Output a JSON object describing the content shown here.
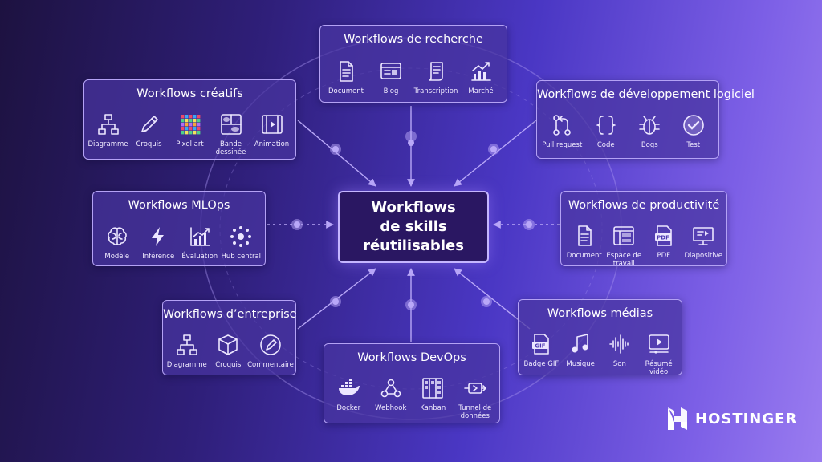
{
  "center": {
    "title": "Workflows\nde skills\nréutilisables"
  },
  "groups": [
    {
      "id": "recherche",
      "title": "Workflows de recherche",
      "items": [
        {
          "label": "Document",
          "icon": "document-icon"
        },
        {
          "label": "Blog",
          "icon": "blog-icon"
        },
        {
          "label": "Transcription",
          "icon": "transcription-icon"
        },
        {
          "label": "Marché",
          "icon": "market-chart-icon"
        }
      ]
    },
    {
      "id": "creatifs",
      "title": "Workflows créatifs",
      "items": [
        {
          "label": "Diagramme",
          "icon": "diagram-icon"
        },
        {
          "label": "Croquis",
          "icon": "pencil-icon"
        },
        {
          "label": "Pixel art",
          "icon": "pixel-grid-icon"
        },
        {
          "label": "Bande dessinée",
          "icon": "comic-icon"
        },
        {
          "label": "Animation",
          "icon": "film-icon"
        }
      ]
    },
    {
      "id": "dev",
      "title": "Workflows de développement logiciel",
      "items": [
        {
          "label": "Pull request",
          "icon": "pull-request-icon"
        },
        {
          "label": "Code",
          "icon": "braces-icon"
        },
        {
          "label": "Bogs",
          "icon": "bug-icon"
        },
        {
          "label": "Test",
          "icon": "check-badge-icon"
        }
      ]
    },
    {
      "id": "mlops",
      "title": "Workflows MLOps",
      "items": [
        {
          "label": "Modèle",
          "icon": "brain-icon"
        },
        {
          "label": "Inférence",
          "icon": "lightning-icon"
        },
        {
          "label": "Évaluation",
          "icon": "eval-chart-icon"
        },
        {
          "label": "Hub central",
          "icon": "hub-icon"
        }
      ]
    },
    {
      "id": "productivite",
      "title": "Workflows de productivité",
      "items": [
        {
          "label": "Document",
          "icon": "document-icon"
        },
        {
          "label": "Espace de travail",
          "icon": "workspace-icon"
        },
        {
          "label": "PDF",
          "icon": "pdf-icon"
        },
        {
          "label": "Diapositive",
          "icon": "slide-icon"
        }
      ]
    },
    {
      "id": "entreprise",
      "title": "Workflows d’entreprise",
      "items": [
        {
          "label": "Diagramme",
          "icon": "diagram-icon"
        },
        {
          "label": "Croquis",
          "icon": "box-icon"
        },
        {
          "label": "Commentaire",
          "icon": "comment-pen-icon"
        }
      ]
    },
    {
      "id": "medias",
      "title": "Workflows médias",
      "items": [
        {
          "label": "Badge GIF",
          "icon": "gif-icon"
        },
        {
          "label": "Musique",
          "icon": "music-note-icon"
        },
        {
          "label": "Son",
          "icon": "soundwave-icon"
        },
        {
          "label": "Résumé vidéo",
          "icon": "video-play-icon"
        }
      ]
    },
    {
      "id": "devops",
      "title": "Workflows DevOps",
      "items": [
        {
          "label": "Docker",
          "icon": "docker-icon"
        },
        {
          "label": "Webhook",
          "icon": "webhook-icon"
        },
        {
          "label": "Kanban",
          "icon": "kanban-icon"
        },
        {
          "label": "Tunnel de données",
          "icon": "pipeline-icon"
        }
      ]
    }
  ],
  "brand": {
    "name": "HOSTINGER",
    "icon": "hostinger-logo-icon"
  },
  "colors": {
    "panel_border": "#b4a2f5",
    "accent": "#c5b6ff",
    "center_fill": "#2a1762"
  }
}
